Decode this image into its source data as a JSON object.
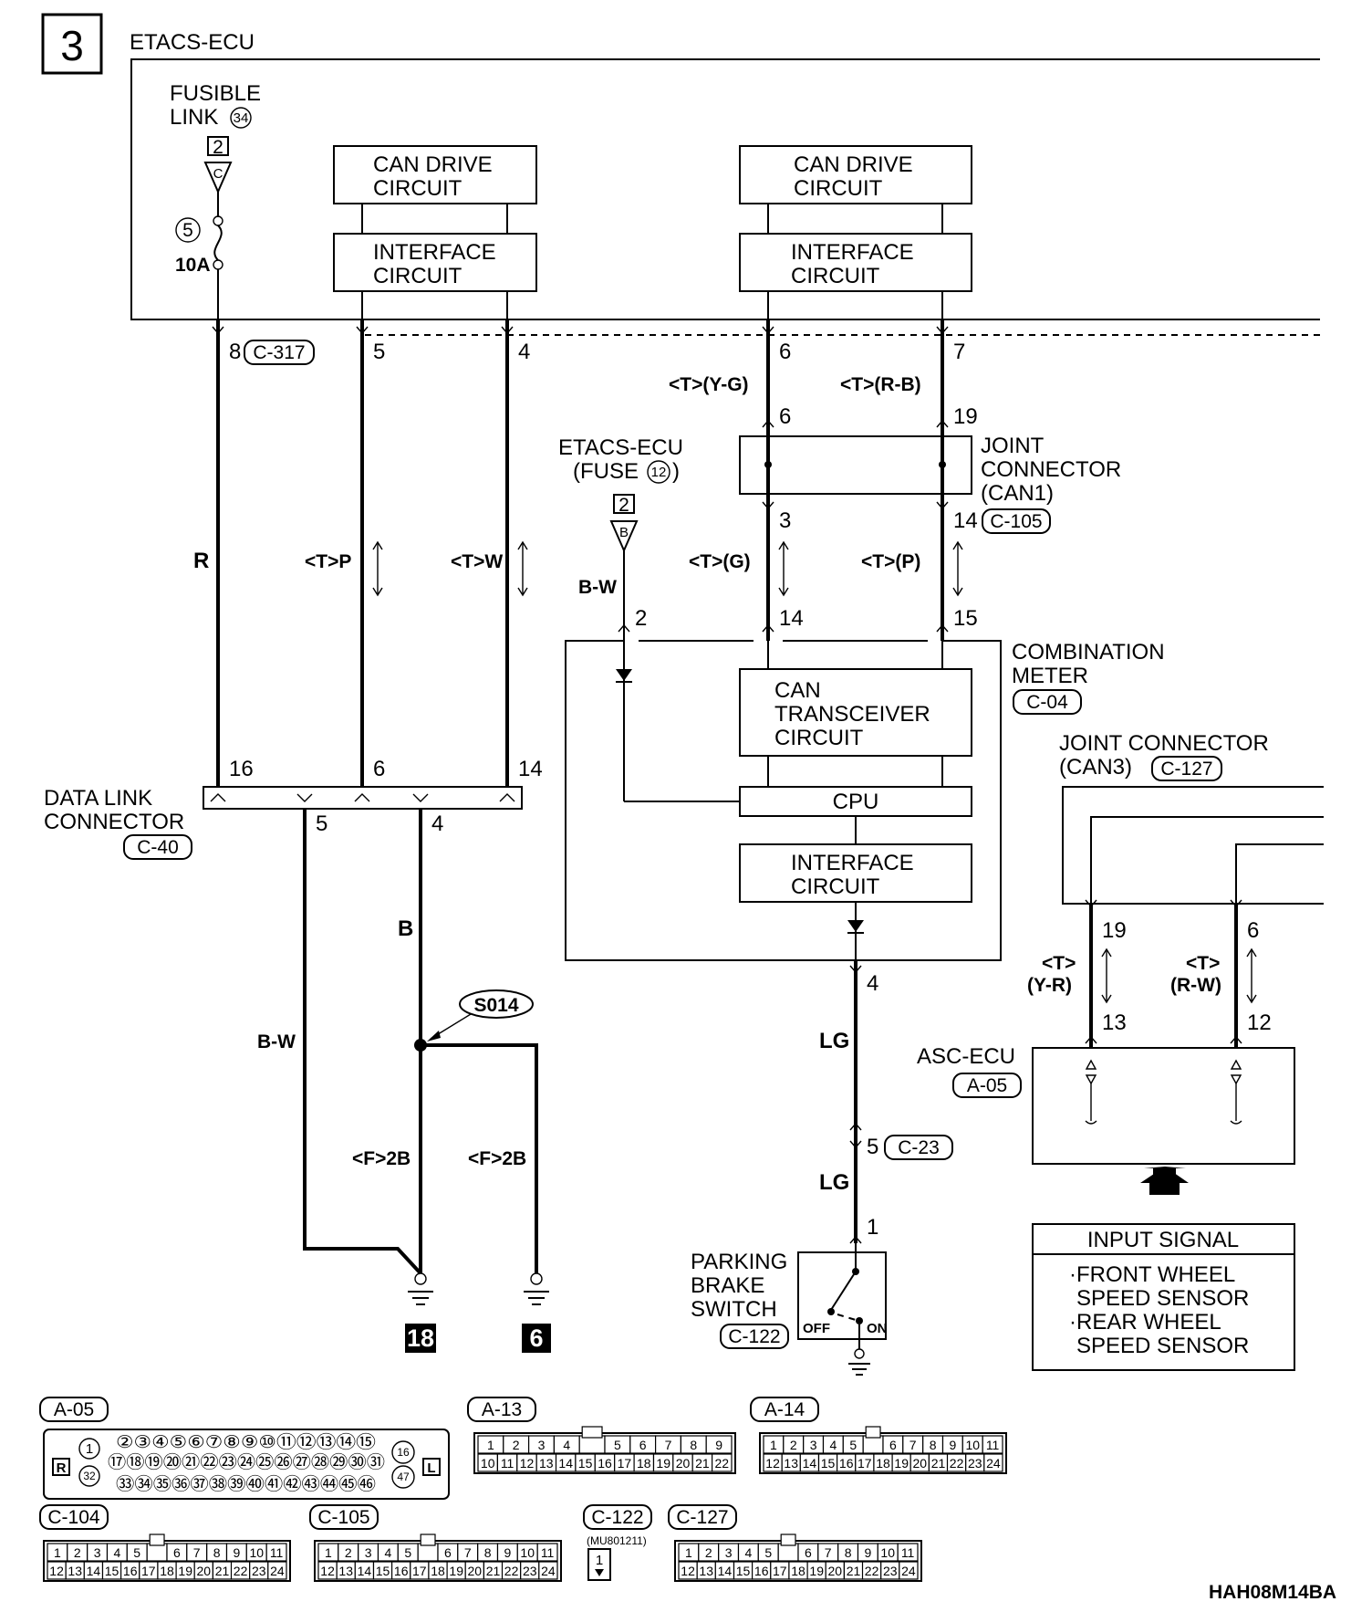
{
  "page_number": "3",
  "etacs_ecu_title": "ETACS-ECU",
  "fusible_link": {
    "line1": "FUSIBLE",
    "line2": "LINK",
    "number": "34",
    "connector": "2",
    "letter": "C",
    "fuse_no": "5",
    "fuse_rating": "10A"
  },
  "can_left": {
    "drive1": "CAN DRIVE",
    "drive2": "CIRCUIT",
    "iface1": "INTERFACE",
    "iface2": "CIRCUIT"
  },
  "can_right": {
    "drive1": "CAN DRIVE",
    "drive2": "CIRCUIT",
    "iface1": "INTERFACE",
    "iface2": "CIRCUIT"
  },
  "c317": {
    "pin_a": "8",
    "id": "C-317",
    "pin_b": "5",
    "pin_c": "4",
    "pin_d": "6",
    "pin_e": "7"
  },
  "wire_colors": {
    "r": "R",
    "tp": "<T>P",
    "tw": "<T>W",
    "t_yg": "<T>(Y-G)",
    "t_rb": "<T>(R-B)",
    "t_g": "<T>(G)",
    "t_p": "<T>(P)",
    "bw": "B-W",
    "bw2": "B-W",
    "b": "B",
    "f2b_1": "<F>2B",
    "f2b_2": "<F>2B",
    "lg1": "LG",
    "lg2": "LG",
    "t1": "<T>",
    "yr": "(Y-R)",
    "t2": "<T>",
    "rw": "(R-W)"
  },
  "joint_can1": {
    "line1": "JOINT",
    "line2": "CONNECTOR",
    "line3": "(CAN1)",
    "id": "C-105",
    "pin_top_l": "6",
    "pin_top_r": "19",
    "pin_bot_l": "3",
    "pin_bot_r": "14"
  },
  "etacs_fuse": {
    "line1": "ETACS-ECU",
    "line2": "(FUSE",
    "number": "12",
    "close": ")",
    "connector": "2",
    "letter": "B",
    "pin": "2"
  },
  "combination_meter": {
    "line1": "COMBINATION",
    "line2": "METER",
    "id": "C-04",
    "pin_14": "14",
    "pin_15": "15",
    "pin_4": "4",
    "can1": "CAN",
    "can2": "TRANSCEIVER",
    "can3": "CIRCUIT",
    "cpu": "CPU",
    "iface1": "INTERFACE",
    "iface2": "CIRCUIT"
  },
  "data_link": {
    "line1": "DATA LINK",
    "line2": "CONNECTOR",
    "id": "C-40",
    "pin_16": "16",
    "pin_6": "6",
    "pin_14": "14",
    "pin_5": "5",
    "pin_4": "4"
  },
  "splice": "S014",
  "grounds": {
    "g1": "18",
    "g2": "6"
  },
  "c23": {
    "pin": "5",
    "id": "C-23"
  },
  "parking": {
    "line1": "PARKING",
    "line2": "BRAKE",
    "line3": "SWITCH",
    "id": "C-122",
    "pin": "1",
    "off": "OFF",
    "on": "ON"
  },
  "joint_can3": {
    "line1": "JOINT CONNECTOR",
    "line2": "(CAN3)",
    "id": "C-127",
    "pin_19": "19",
    "pin_6": "6",
    "pin_13": "13",
    "pin_12": "12"
  },
  "asc": {
    "line1": "ASC-ECU",
    "id": "A-05"
  },
  "input_signal": {
    "title": "INPUT SIGNAL",
    "item1a": "·FRONT WHEEL",
    "item1b": "SPEED SENSOR",
    "item2a": "·REAR WHEEL",
    "item2b": "SPEED SENSOR"
  },
  "connector_views": {
    "a05": {
      "id": "A-05",
      "left": "R",
      "right": "L",
      "row1": "②③④⑤⑥⑦⑧⑨⑩⑪⑫⑬⑭⑮",
      "row2": "⑰⑱⑲⑳㉑㉒㉓㉔㉕㉖㉗㉘㉙㉚㉛",
      "row3": "㉝㉞㉟㊱㊲㊳㊴㊵㊶㊷㊸㊹㊺㊻",
      "p1": "1",
      "p32": "32",
      "p16": "16",
      "p47": "47"
    },
    "a13": {
      "id": "A-13",
      "row1": [
        "1",
        "2",
        "3",
        "4",
        "",
        "5",
        "6",
        "7",
        "8",
        "9"
      ],
      "row2": [
        "10",
        "11",
        "12",
        "13",
        "14",
        "15",
        "16",
        "17",
        "18",
        "19",
        "20",
        "21",
        "22"
      ]
    },
    "a14": {
      "id": "A-14",
      "row1": [
        "1",
        "2",
        "3",
        "4",
        "5",
        "",
        "6",
        "7",
        "8",
        "9",
        "10",
        "11"
      ],
      "row2": [
        "12",
        "13",
        "14",
        "15",
        "16",
        "17",
        "18",
        "19",
        "20",
        "21",
        "22",
        "23",
        "24"
      ]
    },
    "c104": {
      "id": "C-104",
      "row1": [
        "1",
        "2",
        "3",
        "4",
        "5",
        "",
        "6",
        "7",
        "8",
        "9",
        "10",
        "11"
      ],
      "row2": [
        "12",
        "13",
        "14",
        "15",
        "16",
        "17",
        "18",
        "19",
        "20",
        "21",
        "22",
        "23",
        "24"
      ]
    },
    "c105": {
      "id": "C-105",
      "row1": [
        "1",
        "2",
        "3",
        "4",
        "5",
        "",
        "6",
        "7",
        "8",
        "9",
        "10",
        "11"
      ],
      "row2": [
        "12",
        "13",
        "14",
        "15",
        "16",
        "17",
        "18",
        "19",
        "20",
        "21",
        "22",
        "23",
        "24"
      ]
    },
    "c122": {
      "id": "C-122",
      "part": "(MU801211)",
      "pin": "1"
    },
    "c127": {
      "id": "C-127",
      "row1": [
        "1",
        "2",
        "3",
        "4",
        "5",
        "",
        "6",
        "7",
        "8",
        "9",
        "10",
        "11"
      ],
      "row2": [
        "12",
        "13",
        "14",
        "15",
        "16",
        "17",
        "18",
        "19",
        "20",
        "21",
        "22",
        "23",
        "24"
      ]
    }
  },
  "footer_code": "HAH08M14BA"
}
